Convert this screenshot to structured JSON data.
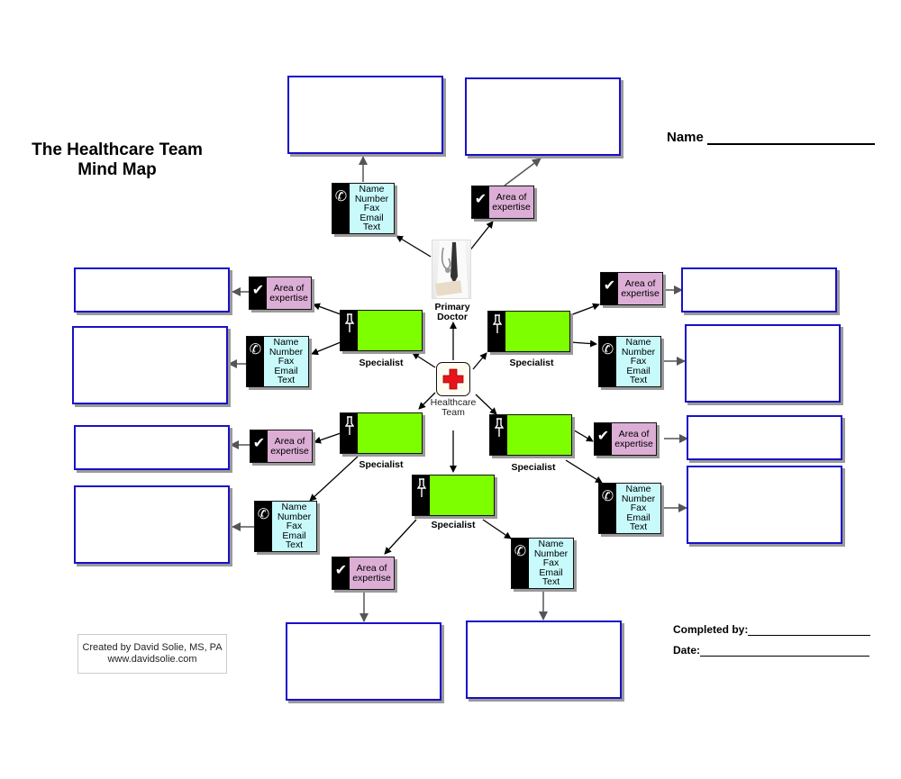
{
  "title": {
    "line1": "The Healthcare Team",
    "line2": "Mind Map"
  },
  "name_field": {
    "label": "Name"
  },
  "footer": {
    "completed_by": "Completed by:",
    "date": "Date:"
  },
  "credit": {
    "line1": "Created by David Solie, MS, PA",
    "line2": "www.davidsolie.com"
  },
  "center": {
    "line1": "Healthcare",
    "line2": "Team",
    "icon": "red-cross-icon"
  },
  "primary_doctor": {
    "line1": "Primary",
    "line2": "Doctor",
    "icon": "doctor-photo"
  },
  "specialist_label": "Specialist",
  "contact_card": {
    "lines": [
      "Name",
      "Number",
      "Fax",
      "Email",
      "Text"
    ],
    "icon": "phone-icon"
  },
  "area_card": {
    "lines": [
      "Area of",
      "expertise"
    ],
    "icon": "checkmark-icon"
  },
  "colors": {
    "blank_border": "#1a10c8",
    "specialist_fill": "#7dff00",
    "contact_fill": "#c8fafc",
    "area_fill": "#dcaed6",
    "cross": "#e8141c"
  }
}
